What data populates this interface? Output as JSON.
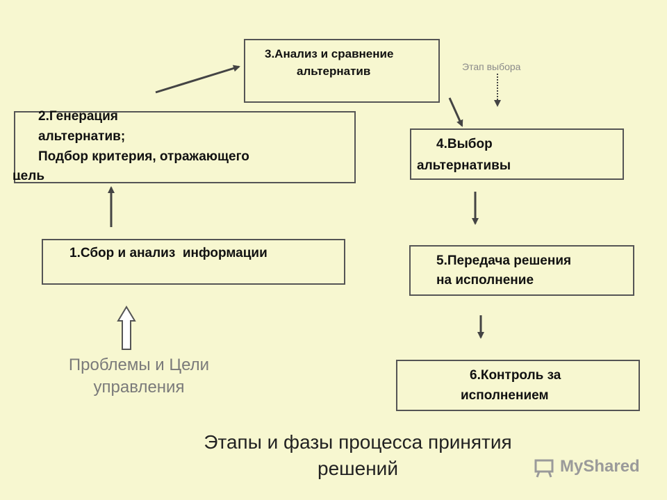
{
  "boxes": {
    "b1": {
      "line1": "1.Сбор и анализ  информации"
    },
    "b2": {
      "line1": "2.Генерация",
      "line2": "альтернатив;",
      "line3": "Подбор критерия, отражающего",
      "line4": "цель"
    },
    "b3": {
      "line1": "3.Анализ и сравнение",
      "line2": "альтернатив"
    },
    "b4": {
      "line1": "4.Выбор",
      "line2": "альтернативы"
    },
    "b5": {
      "line1": "5.Передача решения",
      "line2": "на исполнение"
    },
    "b6": {
      "line1": "6.Контроль за",
      "line2": "исполнением"
    }
  },
  "labels": {
    "stage": "Этап выбора",
    "problems1": "Проблемы и Цели",
    "problems2": "управления",
    "title1": "Этапы и фазы процесса принятия",
    "title2": "решений"
  },
  "watermark": {
    "text": "MyShared",
    "icon": "presentation-board-icon"
  },
  "colors": {
    "background": "#f7f7d0",
    "border": "#555555",
    "arrow": "#444444",
    "grey_text": "#7a7a7a"
  }
}
